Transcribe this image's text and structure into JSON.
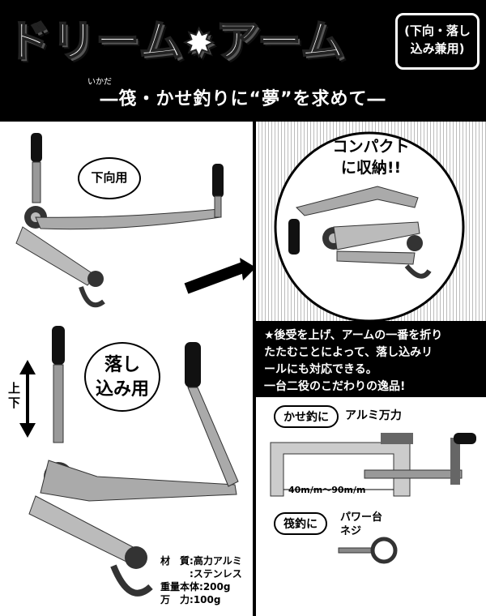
{
  "header": {
    "title_part1": "ドリーム",
    "title_part2": "アーム",
    "subtitle_line1": "(下向・落し",
    "subtitle_line2": "込み兼用)",
    "ruby": "いかだ",
    "tagline_pre": "―筏・かせ釣りに",
    "tagline_dream": "“夢”",
    "tagline_post": "を求めて―"
  },
  "left_panel": {
    "downward_label": "下向用",
    "drop_label_line1": "落し",
    "drop_label_line2": "込み用",
    "updown_label": "上下"
  },
  "right_panel": {
    "compact_line1": "コンパクト",
    "compact_line2": "に収納!!"
  },
  "description": {
    "line1": "★後受を上げ、アームの一番を折り",
    "line2": "たたむことによって、落し込みリ",
    "line3": "ールにも対応できる。",
    "line4": "一台二役のこだわりの逸品!"
  },
  "kase": {
    "pill": "かせ釣に",
    "clamp_label": "アルミ万力",
    "range": "40m/m〜90m/m"
  },
  "ikada": {
    "pill": "筏釣に",
    "screw_line1": "パワー台",
    "screw_line2": "ネジ"
  },
  "specs": {
    "material_key": "材　質:",
    "material_val1": "高力アルミ",
    "material_val2": ":ステンレス",
    "weight_key": "重量本体:",
    "weight_val": "200g",
    "force_key": "万　力:",
    "force_val": "100g"
  }
}
